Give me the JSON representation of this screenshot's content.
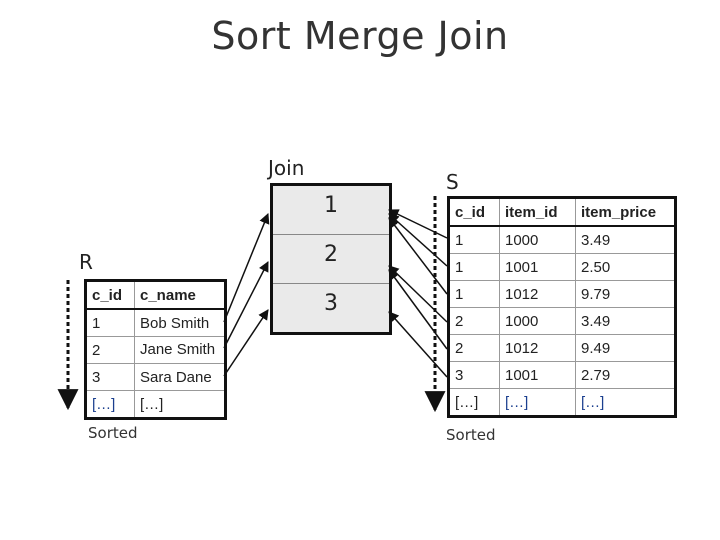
{
  "title": "Sort Merge Join",
  "labels": {
    "join": "Join",
    "r": "R",
    "s": "S",
    "sorted_r": "Sorted",
    "sorted_s": "Sorted"
  },
  "join_values": [
    "1",
    "2",
    "3"
  ],
  "table_r": {
    "headers": [
      "c_id",
      "c_name"
    ],
    "rows": [
      [
        "1",
        "Bob Smith"
      ],
      [
        "2",
        "Jane Smith"
      ],
      [
        "3",
        "Sara Dane"
      ],
      [
        "[…]",
        "[…]"
      ]
    ]
  },
  "table_s": {
    "headers": [
      "c_id",
      "item_id",
      "item_price"
    ],
    "rows": [
      [
        "1",
        "1000",
        "3.49"
      ],
      [
        "1",
        "1001",
        "2.50"
      ],
      [
        "1",
        "1012",
        "9.79"
      ],
      [
        "2",
        "1000",
        "3.49"
      ],
      [
        "2",
        "1012",
        "9.49"
      ],
      [
        "3",
        "1001",
        "2.79"
      ],
      [
        "[…]",
        "[…]",
        "[…]"
      ]
    ]
  }
}
